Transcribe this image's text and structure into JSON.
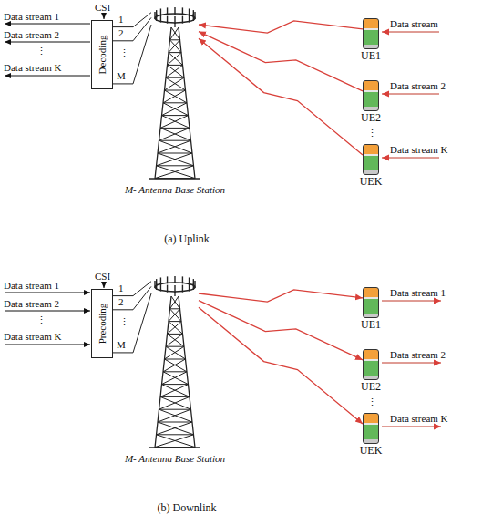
{
  "diagram": {
    "nodes": [
      {
        "text": [
          "Decoding"
        ]
      },
      {
        "text": [
          "M- Antenna Base Station"
        ]
      },
      {
        "text": [
          "UE1"
        ]
      },
      {
        "text": [
          "UE2"
        ]
      },
      {
        "text": [
          "UEK"
        ]
      },
      {
        "text": [
          "Precoding"
        ]
      },
      {
        "text": [
          "M- Antenna Base Station"
        ]
      },
      {
        "text": [
          "UE1"
        ]
      },
      {
        "text": [
          "UE2"
        ]
      },
      {
        "text": [
          "UEK"
        ]
      }
    ],
    "edges": [
      {
        "from": 0,
        "to": 1,
        "arrow": "none"
      },
      {
        "from": 0,
        "to": 1,
        "arrow": "none"
      },
      {
        "from": 0,
        "to": 1,
        "arrow": "none"
      },
      {
        "from": 2,
        "to": 1,
        "arrow": "to"
      },
      {
        "from": 3,
        "to": 1,
        "arrow": "to"
      },
      {
        "from": 4,
        "to": 1,
        "arrow": "to"
      },
      {
        "from": 5,
        "to": 6,
        "arrow": "none"
      },
      {
        "from": 5,
        "to": 6,
        "arrow": "none"
      },
      {
        "from": 5,
        "to": 6,
        "arrow": "none"
      },
      {
        "from": 6,
        "to": 7,
        "arrow": "to"
      },
      {
        "from": 6,
        "to": 8,
        "arrow": "to"
      },
      {
        "from": 6,
        "to": 9,
        "arrow": "to"
      }
    ],
    "labels": [
      "CSI",
      "Data stream 1",
      "Data stream 2",
      "⋮",
      "Data stream K",
      "1",
      "2",
      "⋮",
      "M",
      "Data stream",
      "Data stream 2",
      "⋮",
      "Data stream K",
      "(a) Uplink",
      "CSI",
      "Data stream 1",
      "Data stream 2",
      "⋮",
      "Data stream K",
      "1",
      "2",
      "⋮",
      "M",
      "Data stream 1",
      "Data stream 2",
      "⋮",
      "Data stream K",
      "(b) Downlink"
    ]
  }
}
